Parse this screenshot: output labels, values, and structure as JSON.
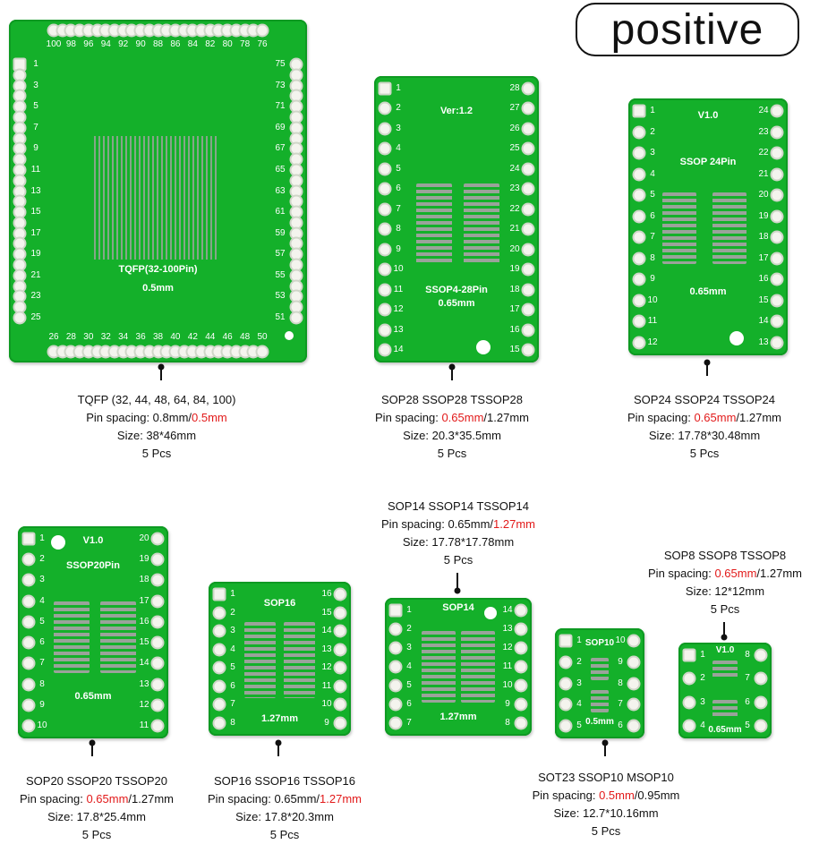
{
  "badge": "positive",
  "colors": {
    "pcb": "#14b02a",
    "highlight": "#e21a1a"
  },
  "boards": [
    {
      "id": "tqfp",
      "pins": 100,
      "silk": [
        "TQFP(32-100Pin)",
        "0.5mm"
      ],
      "caption": {
        "name": "TQFP (32, 44, 48, 64, 84, 100)",
        "pitch": {
          "pre": "Pin spacing: 0.8mm/",
          "red": "0.5mm",
          "post": ""
        },
        "size": "Size: 38*46mm",
        "qty": "5 Pcs"
      }
    },
    {
      "id": "sop28",
      "pins": 28,
      "silk": [
        "Ver:1.2",
        "SSOP4-28Pin",
        "0.65mm"
      ],
      "caption": {
        "name": "SOP28 SSOP28 TSSOP28",
        "pitch": {
          "pre": "Pin spacing: ",
          "red": "0.65mm",
          "post": "/1.27mm"
        },
        "size": "Size: 20.3*35.5mm",
        "qty": "5 Pcs"
      }
    },
    {
      "id": "sop24",
      "pins": 24,
      "silk": [
        "V1.0",
        "SSOP  24Pin",
        "0.65mm"
      ],
      "caption": {
        "name": "SOP24 SSOP24 TSSOP24",
        "pitch": {
          "pre": "Pin spacing: ",
          "red": "0.65mm",
          "post": "/1.27mm"
        },
        "size": "Size: 17.78*30.48mm",
        "qty": "5 Pcs"
      }
    },
    {
      "id": "sop20",
      "pins": 20,
      "silk": [
        "V1.0",
        "SSOP20Pin",
        "0.65mm"
      ],
      "caption": {
        "name": "SOP20 SSOP20 TSSOP20",
        "pitch": {
          "pre": "Pin spacing: ",
          "red": "0.65mm",
          "post": "/1.27mm"
        },
        "size": "Size: 17.8*25.4mm",
        "qty": "5 Pcs"
      }
    },
    {
      "id": "sop16",
      "pins": 16,
      "silk": [
        "SOP16",
        "1.27mm"
      ],
      "caption": {
        "name": "SOP16 SSOP16 TSSOP16",
        "pitch": {
          "pre": "Pin spacing: 0.65mm/",
          "red": "1.27mm",
          "post": ""
        },
        "size": "Size: 17.8*20.3mm",
        "qty": "5 Pcs"
      }
    },
    {
      "id": "sop14",
      "pins": 14,
      "silk": [
        "SOP14",
        "1.27mm"
      ],
      "caption": {
        "name": "SOP14 SSOP14 TSSOP14",
        "pitch": {
          "pre": "Pin spacing: 0.65mm/",
          "red": "1.27mm",
          "post": ""
        },
        "size": "Size: 17.78*17.78mm",
        "qty": "5 Pcs"
      }
    },
    {
      "id": "sot23",
      "pins": 10,
      "silk": [
        "SOP10",
        "0.5mm"
      ],
      "caption": {
        "name": "SOT23 SSOP10 MSOP10",
        "pitch": {
          "pre": "Pin spacing: ",
          "red": "0.5mm",
          "post": "/0.95mm"
        },
        "size": "Size: 12.7*10.16mm",
        "qty": "5 Pcs"
      }
    },
    {
      "id": "sop8",
      "pins": 8,
      "silk": [
        "V1.0",
        "0.65mm"
      ],
      "caption": {
        "name": "SOP8 SSOP8 TSSOP8",
        "pitch": {
          "pre": "Pin spacing: ",
          "red": "0.65mm",
          "post": "/1.27mm"
        },
        "size": "Size: 12*12mm",
        "qty": "5 Pcs"
      }
    }
  ]
}
